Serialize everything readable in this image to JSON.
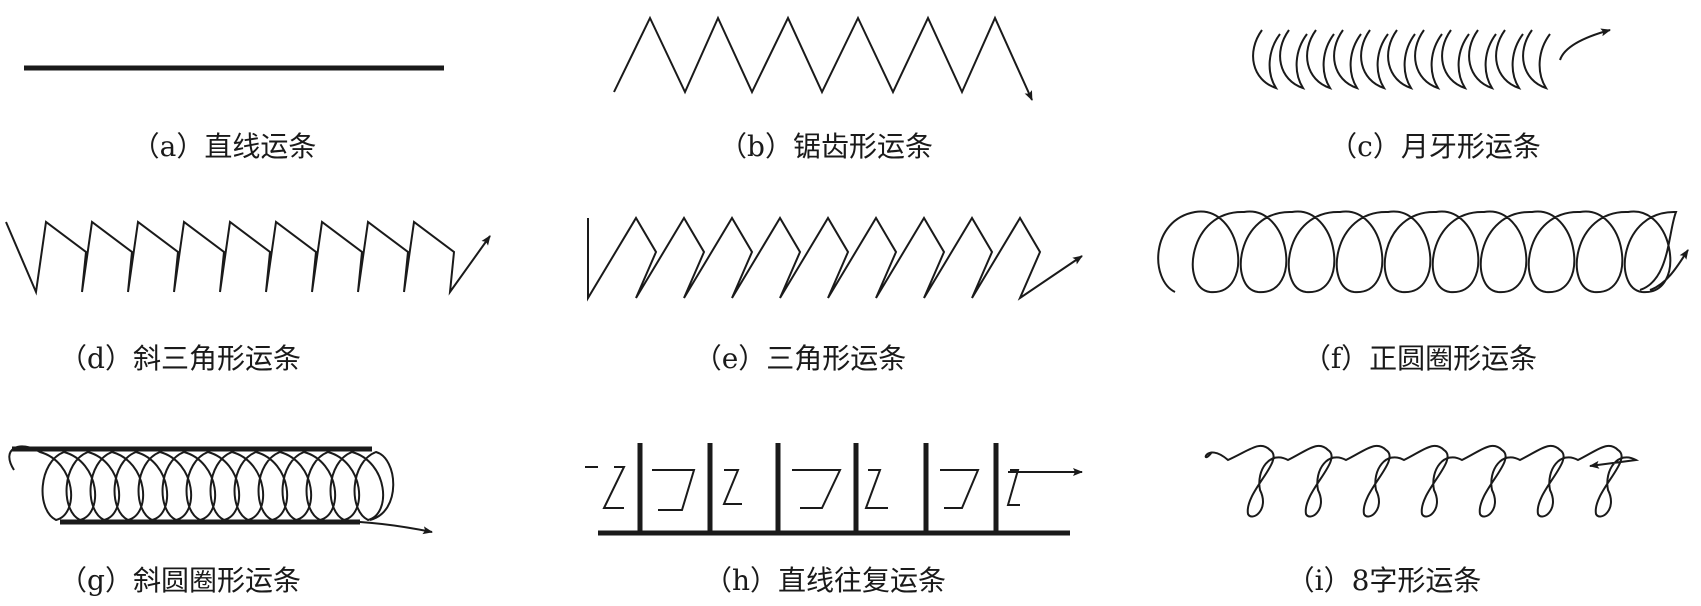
{
  "panels": [
    {
      "id": "a",
      "caption": "（a）直线运条"
    },
    {
      "id": "b",
      "caption": "（b）锯齿形运条"
    },
    {
      "id": "c",
      "caption": "（c）月牙形运条"
    },
    {
      "id": "d",
      "caption": "（d）斜三角形运条"
    },
    {
      "id": "e",
      "caption": "（e）三角形运条"
    },
    {
      "id": "f",
      "caption": "（f）正圆圈形运条"
    },
    {
      "id": "g",
      "caption": "（g）斜圆圈形运条"
    },
    {
      "id": "h",
      "caption": "（h）直线往复运条"
    },
    {
      "id": "i",
      "caption": "（i）8字形运条"
    }
  ],
  "colors": {
    "stroke": "#1a1a1a",
    "background": "#ffffff"
  }
}
